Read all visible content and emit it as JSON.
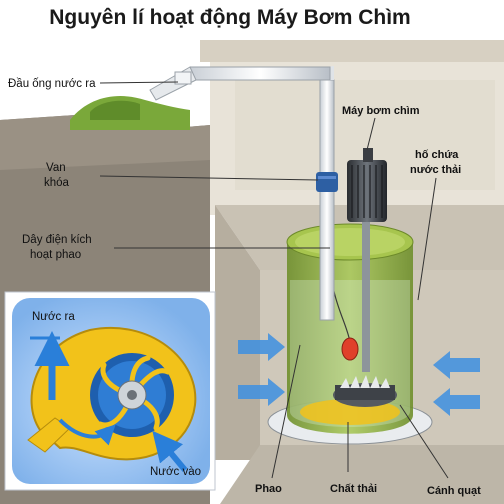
{
  "title": "Nguyên lí hoạt động Máy Bơm Chìm",
  "labels": {
    "outlet_pipe_end": "Đầu ống nước ra",
    "pump": "Máy bơm chìm",
    "valve_line1": "Van",
    "valve_line2": "khóa",
    "tank_line1": "hố chứa",
    "tank_line2": "nước thải",
    "float_wire_line1": "Dây điện kích",
    "float_wire_line2": "hoạt phao",
    "water_out": "Nước ra",
    "water_in": "Nước vào",
    "float": "Phao",
    "waste": "Chất thải",
    "impeller": "Cánh quạt"
  },
  "colors": {
    "tank_green": "#8fae3c",
    "water_blue": "#2a8fe0",
    "float_red": "#e0402a",
    "impeller_yellow": "#f2c21a"
  }
}
